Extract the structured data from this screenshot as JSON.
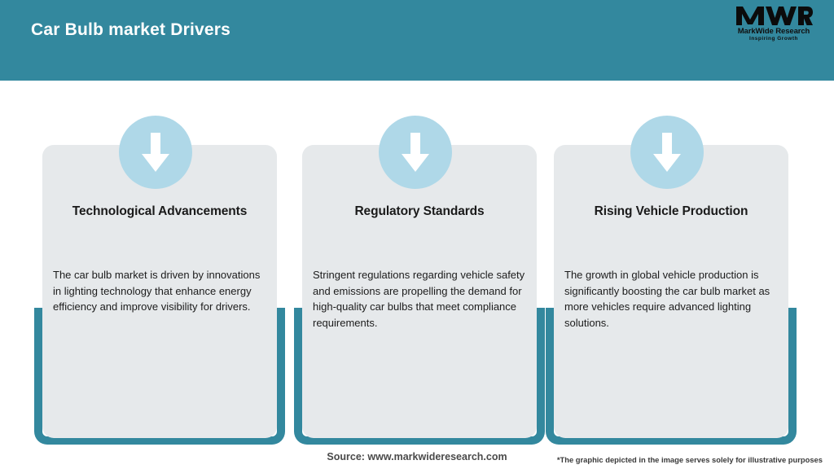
{
  "header": {
    "title": "Car Bulb market Drivers",
    "background_color": "#33889E",
    "title_color": "#FFFFFF"
  },
  "logo": {
    "monogram": "MWR",
    "name": "MarkWide Research",
    "tagline": "Inspiring Growth",
    "color": "#101010"
  },
  "theme": {
    "accent_teal": "#33889E",
    "card_background": "#E6E9EB",
    "icon_circle": "#AFD8E8",
    "arrow_color": "#FFFFFF"
  },
  "cards": [
    {
      "icon": "arrow-down-icon",
      "title": "Technological Advancements",
      "body": "The car bulb market is driven by innovations in lighting technology that enhance energy efficiency and improve visibility for drivers."
    },
    {
      "icon": "arrow-down-icon",
      "title": "Regulatory Standards",
      "body": "Stringent regulations regarding vehicle safety and emissions are propelling the demand for high-quality car bulbs that meet compliance requirements."
    },
    {
      "icon": "arrow-down-icon",
      "title": "Rising Vehicle Production",
      "body": "The growth in global vehicle production is significantly boosting the car bulb market as more vehicles require advanced lighting solutions."
    }
  ],
  "footer": {
    "source": "Source: www.markwideresearch.com",
    "disclaimer": "*The graphic depicted in the image serves solely for illustrative purposes"
  }
}
